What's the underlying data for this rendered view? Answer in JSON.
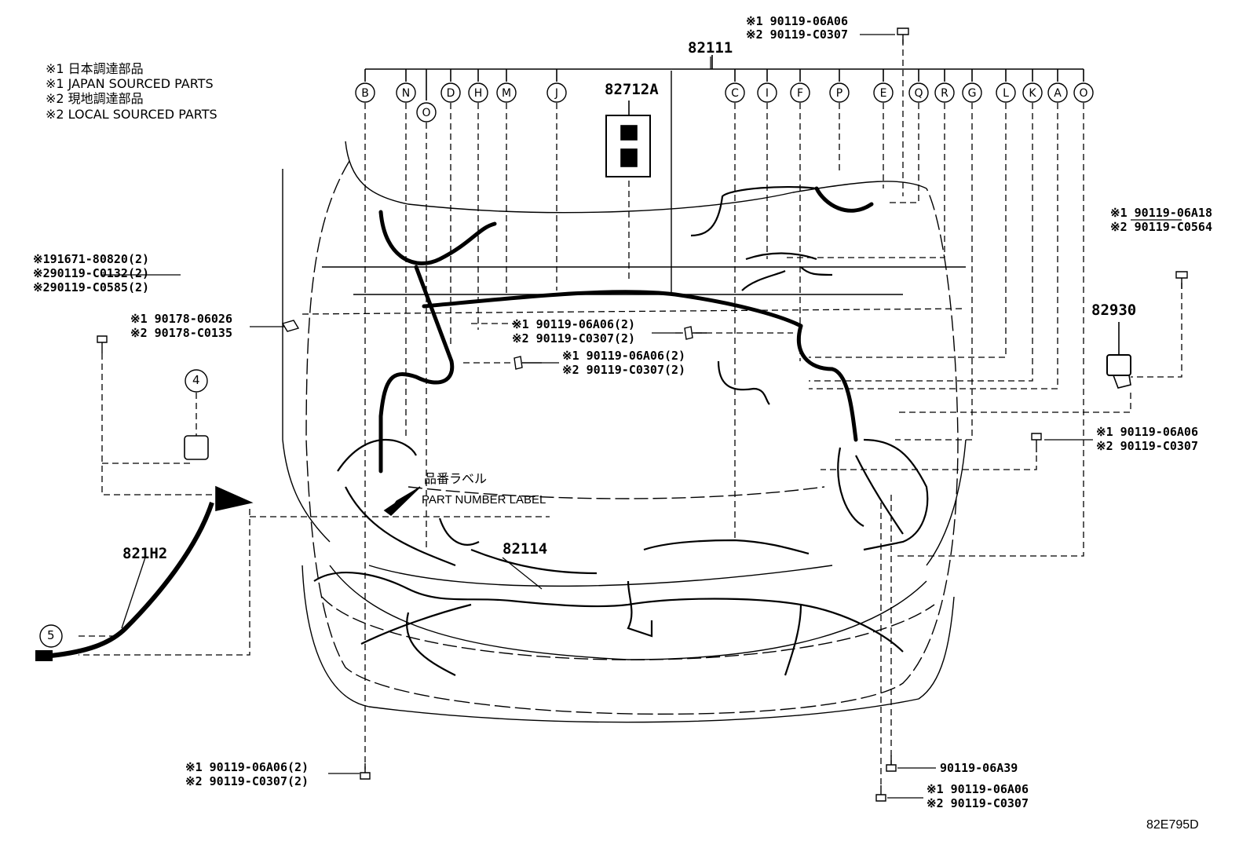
{
  "legend": {
    "line1": "※1 日本調達部品",
    "line2": "※1 JAPAN SOURCED PARTS",
    "line3": "※2 現地調達部品",
    "line4": "※2 LOCAL SOURCED PARTS"
  },
  "parts": {
    "main_harness": "82111",
    "relay_block": "82712A",
    "front_harness": "82114",
    "sensor": "82930",
    "sub_harness": "821H2"
  },
  "callouts": [
    "B",
    "N",
    "O",
    "D",
    "H",
    "M",
    "J",
    "C",
    "I",
    "F",
    "P",
    "E",
    "Q",
    "R",
    "G",
    "L",
    "K",
    "A",
    "O"
  ],
  "callout_extra": "O",
  "refs": {
    "r4": "4",
    "r5": "5"
  },
  "bolts": {
    "top_right": {
      "a": "※1 90119-06A06",
      "b": "※2 90119-C0307"
    },
    "right_upper": {
      "a": "※1 90119-06A18",
      "b": "※2 90119-C0564"
    },
    "left_group": {
      "a": "※191671-80820(2)",
      "b": "※290119-C0132(2)",
      "c": "※290119-C0585(2)"
    },
    "clip": {
      "a": "※1 90178-06026",
      "b": "※2 90178-C0135"
    },
    "center1": {
      "a": "※1 90119-06A06(2)",
      "b": "※2 90119-C0307(2)"
    },
    "center2": {
      "a": "※1 90119-06A06(2)",
      "b": "※2 90119-C0307(2)"
    },
    "right_mid": {
      "a": "※1 90119-06A06",
      "b": "※2 90119-C0307"
    },
    "bottom_left": {
      "a": "※1 90119-06A06(2)",
      "b": "※2 90119-C0307(2)"
    },
    "bottom_right_single": "90119-06A39",
    "bottom_right": {
      "a": "※1 90119-06A06",
      "b": "※2 90119-C0307"
    }
  },
  "label_jp": "品番ラベル",
  "label_en": "PART NUMBER LABEL",
  "diagram_code": "82E795D"
}
